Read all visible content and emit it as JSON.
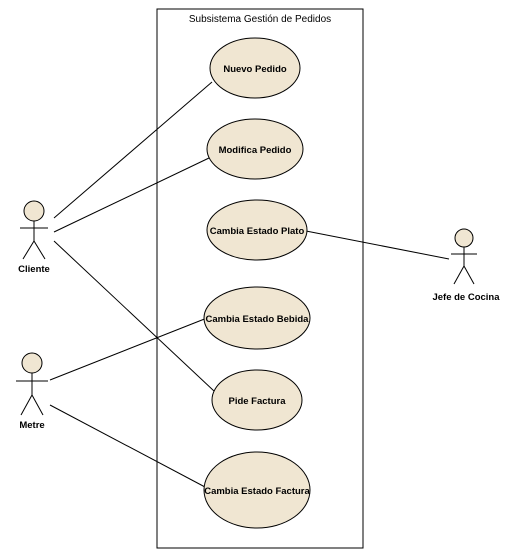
{
  "system": {
    "title": "Subsistema Gestión de Pedidos"
  },
  "use_cases": [
    {
      "id": "nuevo-pedido",
      "label": "Nuevo Pedido"
    },
    {
      "id": "modifica-pedido",
      "label": "Modifica Pedido"
    },
    {
      "id": "cambia-estado-plato",
      "label": "Cambia Estado Plato"
    },
    {
      "id": "cambia-estado-bebida",
      "label": "Cambia Estado Bebida"
    },
    {
      "id": "pide-factura",
      "label": "Pide Factura"
    },
    {
      "id": "cambia-estado-factura",
      "label": "Cambia Estado Factura"
    }
  ],
  "actors": [
    {
      "id": "cliente",
      "label": "Cliente"
    },
    {
      "id": "metre",
      "label": "Metre"
    },
    {
      "id": "jefe-de-cocina",
      "label": "Jefe de Cocina"
    }
  ],
  "colors": {
    "use_case_fill": "#f0e6d2",
    "actor_head_fill": "#f0e6d2",
    "stroke": "#000000",
    "background": "#ffffff"
  }
}
